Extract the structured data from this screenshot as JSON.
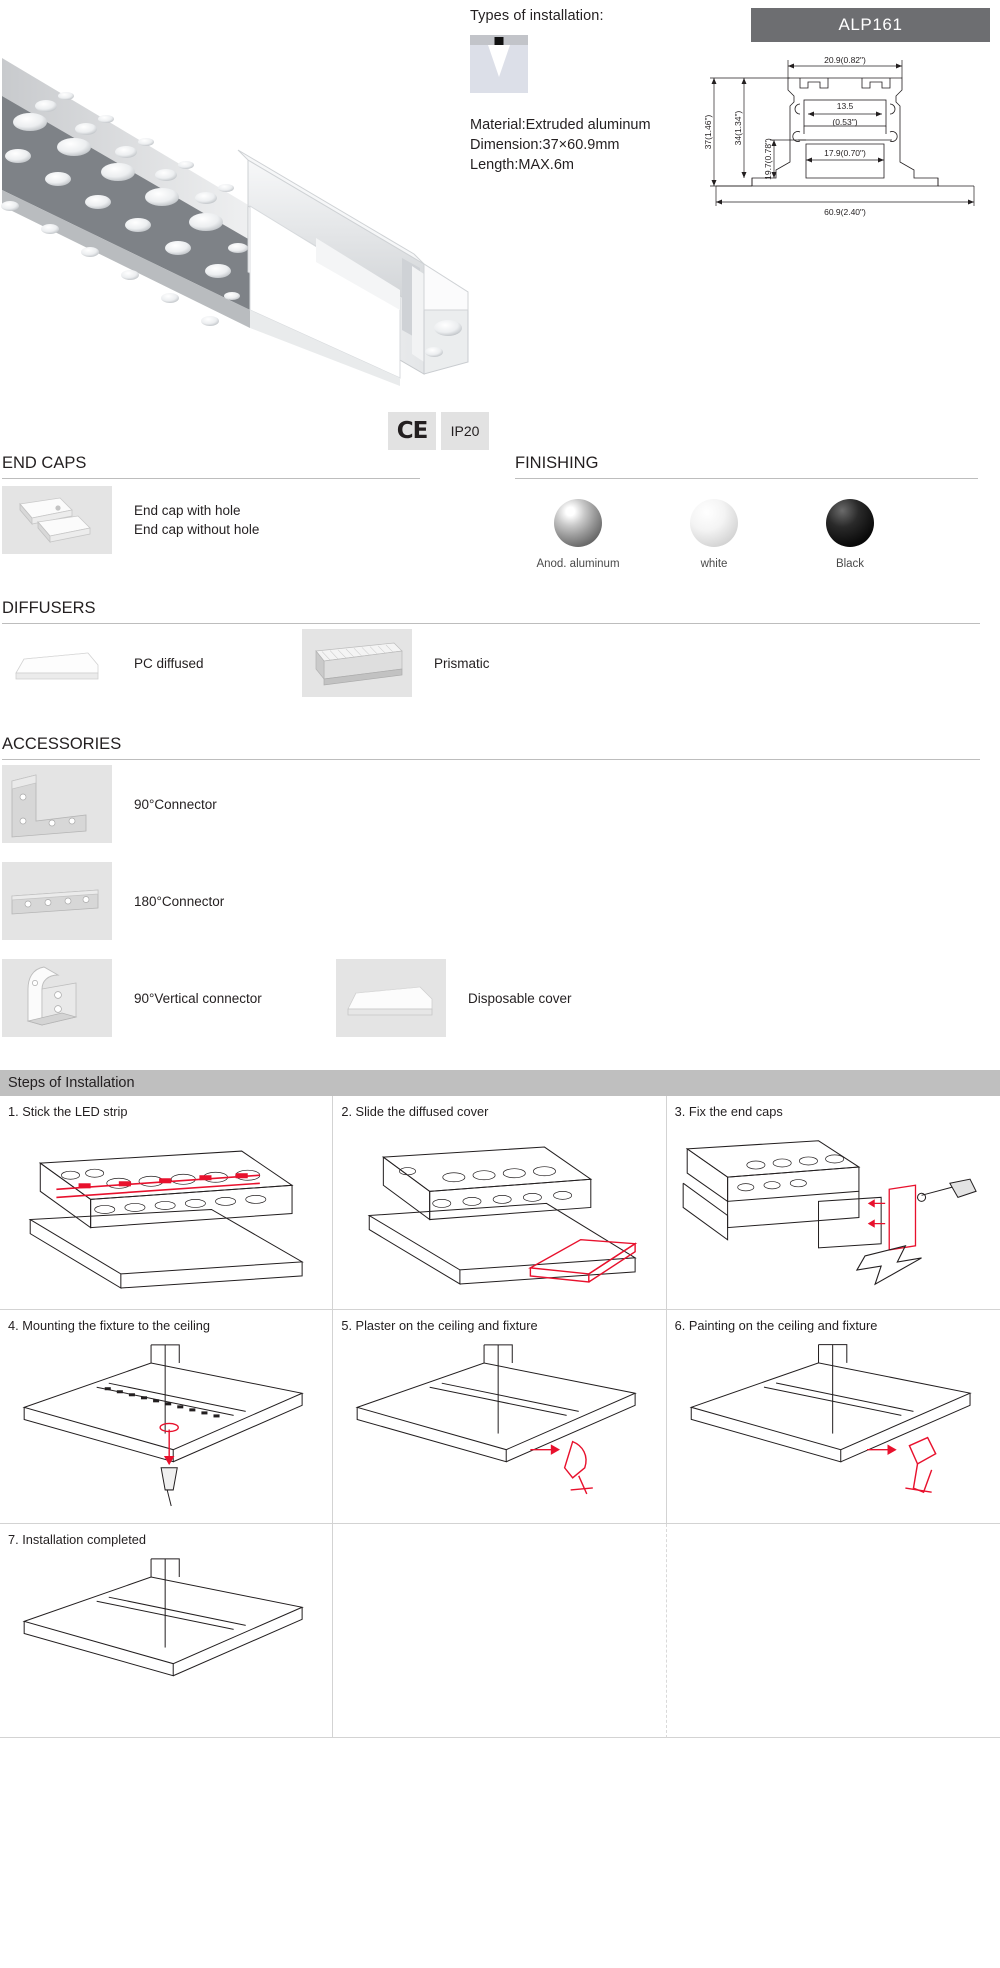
{
  "product": {
    "code": "ALP161"
  },
  "installation_types": {
    "title": "Types of installation:",
    "icon": "recessed-ceiling-icon"
  },
  "specs": {
    "material": "Material:Extruded aluminum",
    "dimension": "Dimension:37×60.9mm",
    "length": "Length:MAX.6m"
  },
  "technical_drawing": {
    "top_width": "20.9(0.82\")",
    "inner_width_value": "13.5",
    "inner_width_inch": "(0.53\")",
    "height_total": "37(1.46\")",
    "height_body": "34(1.34\")",
    "depth_inner": "19.7(0.78\")",
    "width_inner": "17.9(0.70\")",
    "bottom_width": "60.9(2.40\")"
  },
  "badges": [
    {
      "label": "CE",
      "name": "ce-badge"
    },
    {
      "label": "IP20",
      "name": "ip20-badge"
    }
  ],
  "end_caps": {
    "heading": "END CAPS",
    "line1": "End cap with hole",
    "line2": "End cap without hole"
  },
  "finishing": {
    "heading": "FINISHING",
    "options": [
      {
        "label": "Anod. aluminum",
        "color": "#8a8a8a"
      },
      {
        "label": "white",
        "color": "#efefef"
      },
      {
        "label": "Black",
        "color": "#0a0a0a"
      }
    ]
  },
  "diffusers": {
    "heading": "DIFFUSERS",
    "items": [
      {
        "label": "PC diffused"
      },
      {
        "label": "Prismatic"
      }
    ]
  },
  "accessories": {
    "heading": "ACCESSORIES",
    "items": [
      {
        "label": "90°Connector"
      },
      {
        "label": "180°Connector"
      },
      {
        "label": "90°Vertical connector"
      },
      {
        "label": "Disposable cover"
      }
    ]
  },
  "steps": {
    "heading": "Steps of Installation",
    "items": [
      {
        "label": "1.  Stick the LED strip"
      },
      {
        "label": "2.  Slide the diffused cover"
      },
      {
        "label": "3.  Fix the end caps"
      },
      {
        "label": "4.  Mounting the fixture to the ceiling"
      },
      {
        "label": "5.  Plaster on the ceiling and fixture"
      },
      {
        "label": "6.  Painting on the ceiling and fixture"
      },
      {
        "label": "7.  Installation completed"
      }
    ]
  }
}
